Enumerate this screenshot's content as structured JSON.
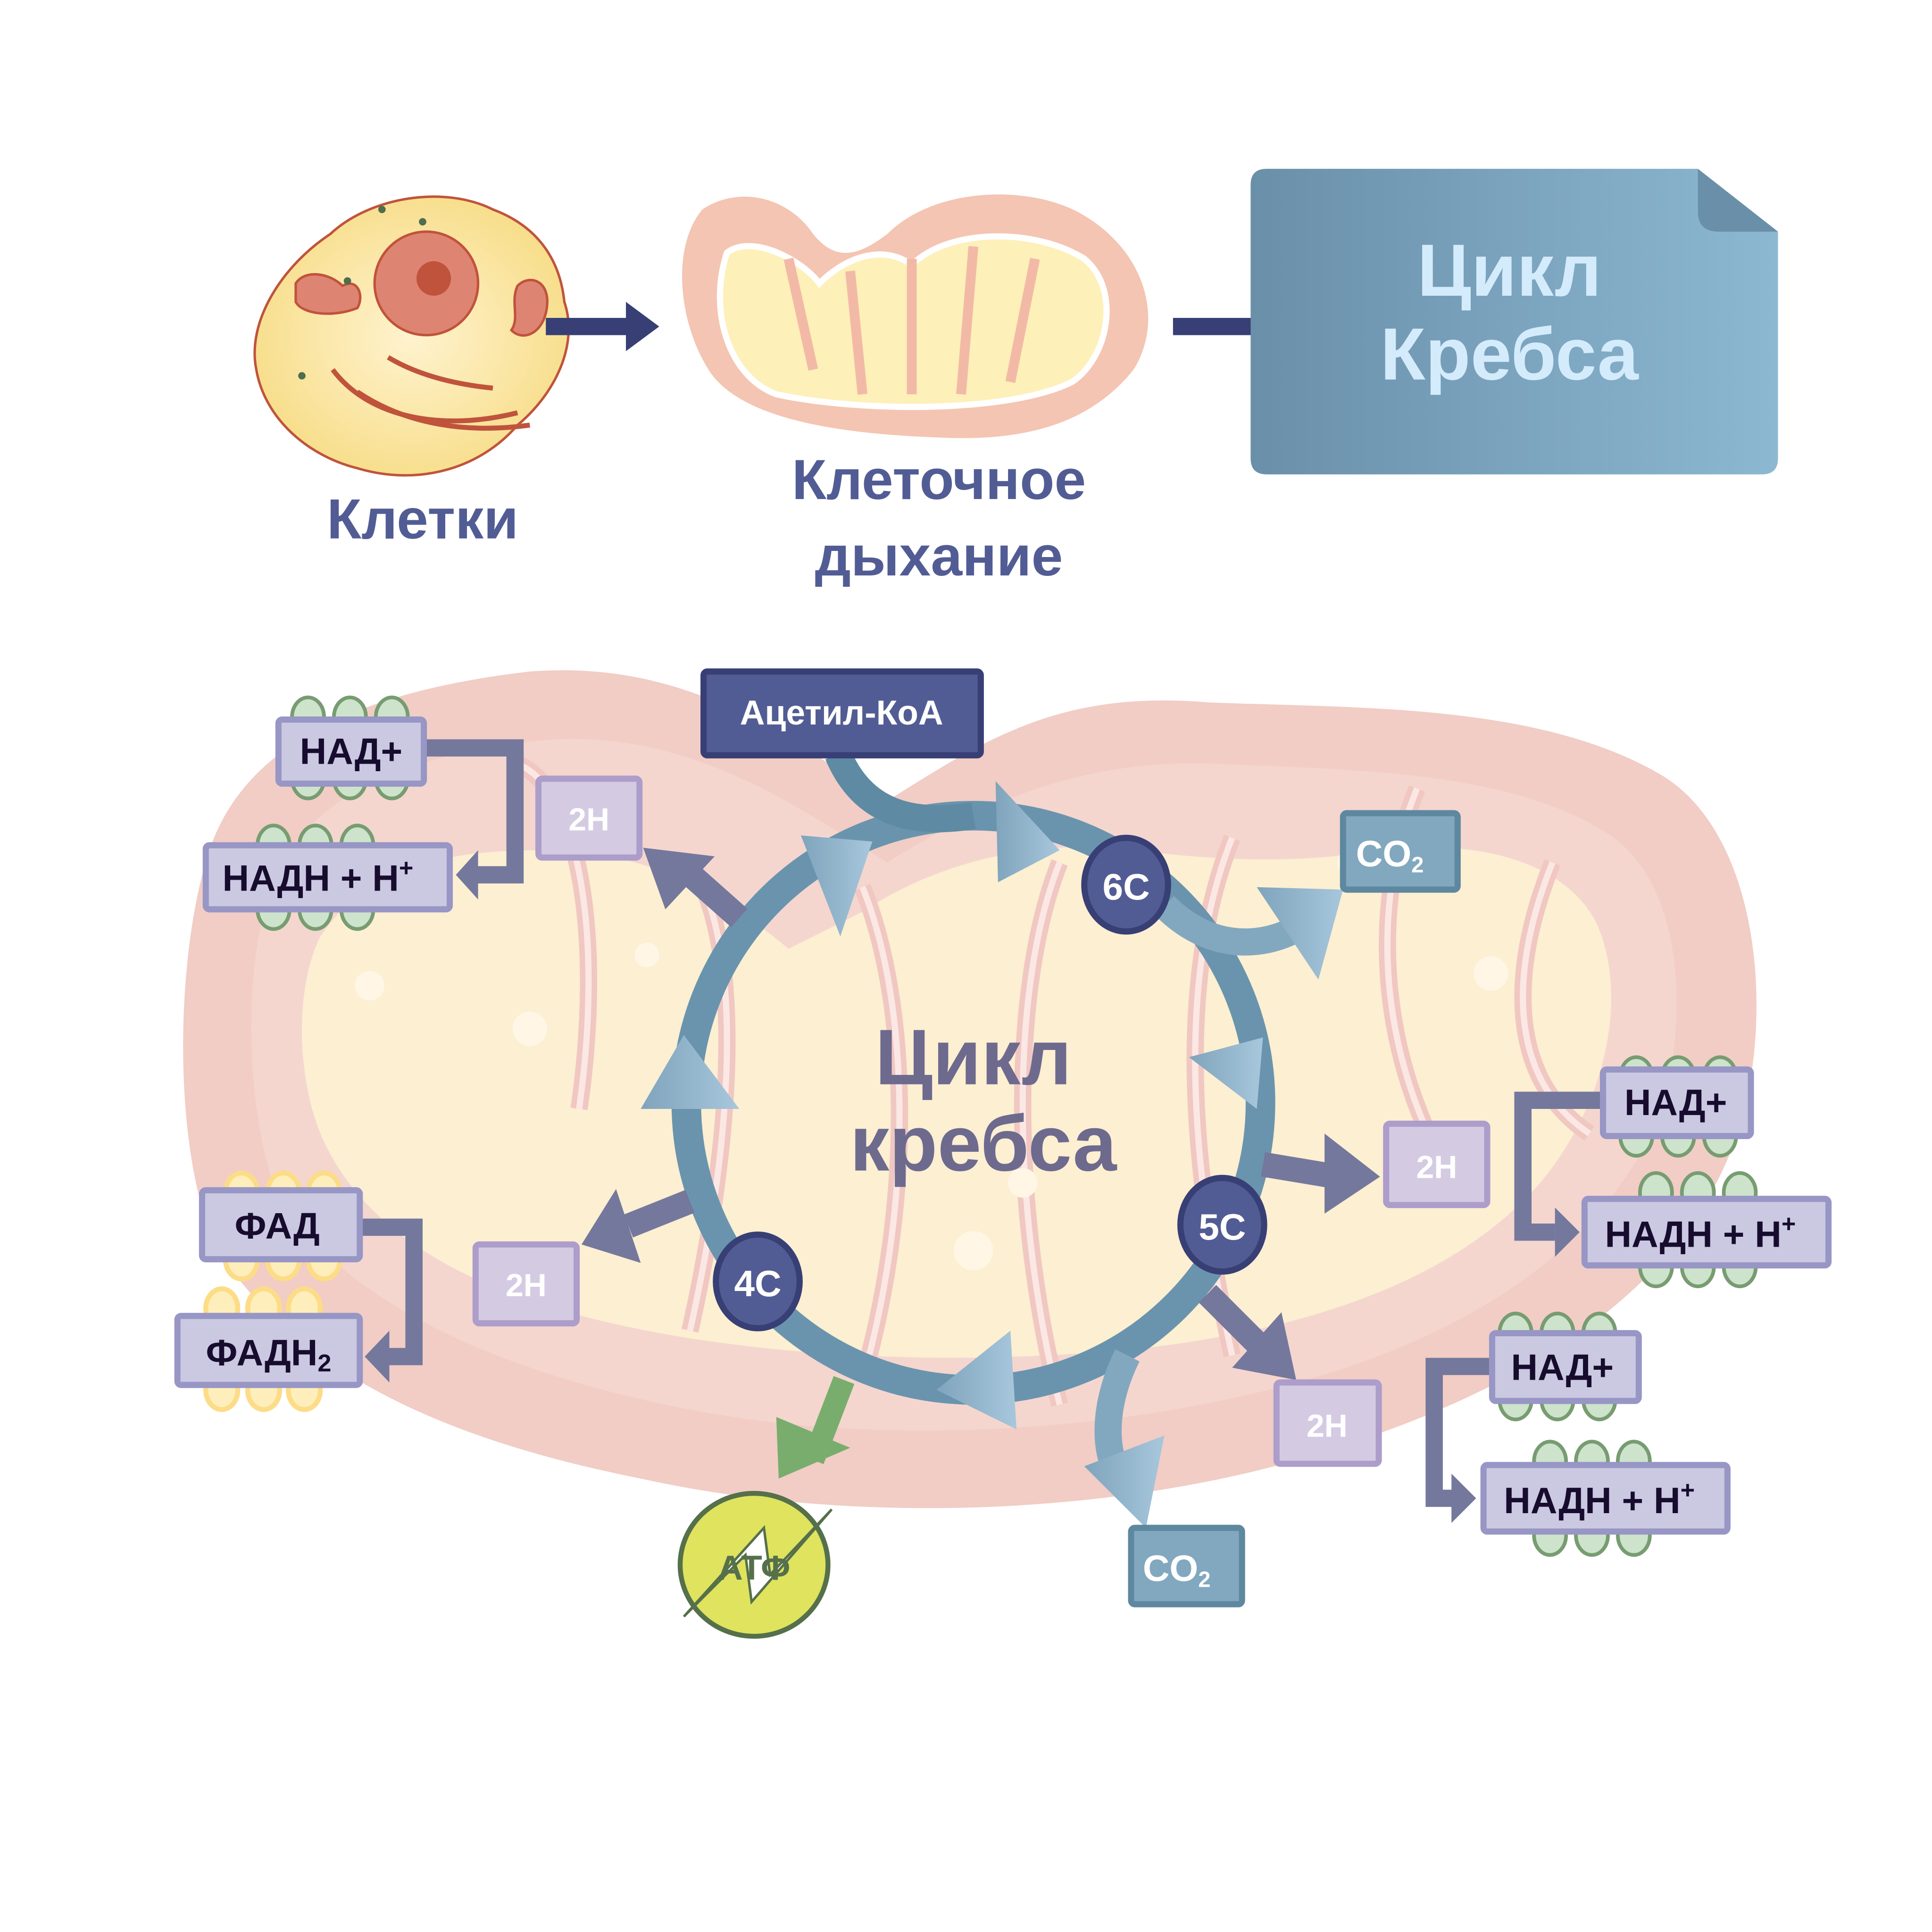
{
  "overview": {
    "cells_label": "Клетки",
    "respiration_label_line1": "Клеточное",
    "respiration_label_line2": "дыхание",
    "krebs_card_line1": "Цикл",
    "krebs_card_line2": "Кребса"
  },
  "cycle": {
    "center_line1": "Цикл",
    "center_line2": "кребса",
    "input": "Ацетил-КоА",
    "nodes": {
      "six_c": "6С",
      "five_c": "5С",
      "four_c": "4С"
    },
    "hydrogen_label": "2H",
    "co2_main": "CO",
    "co2_sub": "2",
    "atp": "АТФ"
  },
  "carriers": {
    "nad_plus": "НАД+",
    "nadh_main": "НАДН + Н",
    "nadh_sup": "+",
    "fad": "ФАД",
    "fadh_main": "ФАДН",
    "fadh_sub": "2"
  },
  "colors": {
    "title": "#525c94",
    "cycle_arrow": "#6a94ad",
    "cycle_arrow_light": "#a6c6dc",
    "node_fill": "#525c94",
    "node_stroke": "#373f75",
    "side_arrow": "#74789c",
    "carrier_fill": "#cac9e1",
    "carrier_stroke": "#9796c5",
    "h_fill": "#d4cbe3",
    "h_stroke": "#ac9dca",
    "co2_fill": "#82a8bf",
    "co2_stroke": "#5d889f",
    "atp_fill": "#dfe35e",
    "atp_stroke": "#55704a",
    "atp_arrow": "#79ad6d"
  }
}
